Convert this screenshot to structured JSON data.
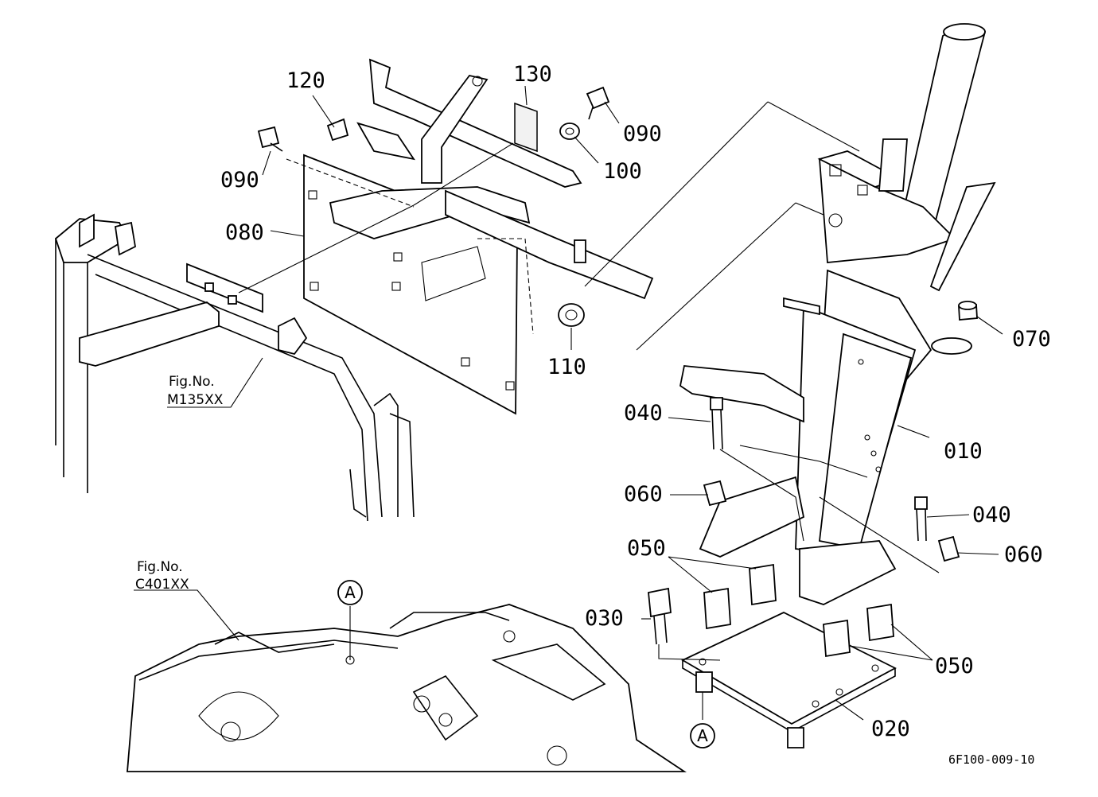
{
  "callouts": {
    "p010": "010",
    "p020": "020",
    "p030": "030",
    "p040a": "040",
    "p040b": "040",
    "p050a": "050",
    "p050b": "050",
    "p060a": "060",
    "p060b": "060",
    "p070": "070",
    "p080": "080",
    "p090a": "090",
    "p090b": "090",
    "p100": "100",
    "p110": "110",
    "p120": "120",
    "p130": "130"
  },
  "figure_refs": {
    "ref1_label": "Fig.No.",
    "ref1_code": "M135XX",
    "ref2_label": "Fig.No.",
    "ref2_code": "C401XX"
  },
  "markers": {
    "a_top": "A",
    "a_bottom": "A"
  },
  "drawing_code": "6F100-009-10"
}
